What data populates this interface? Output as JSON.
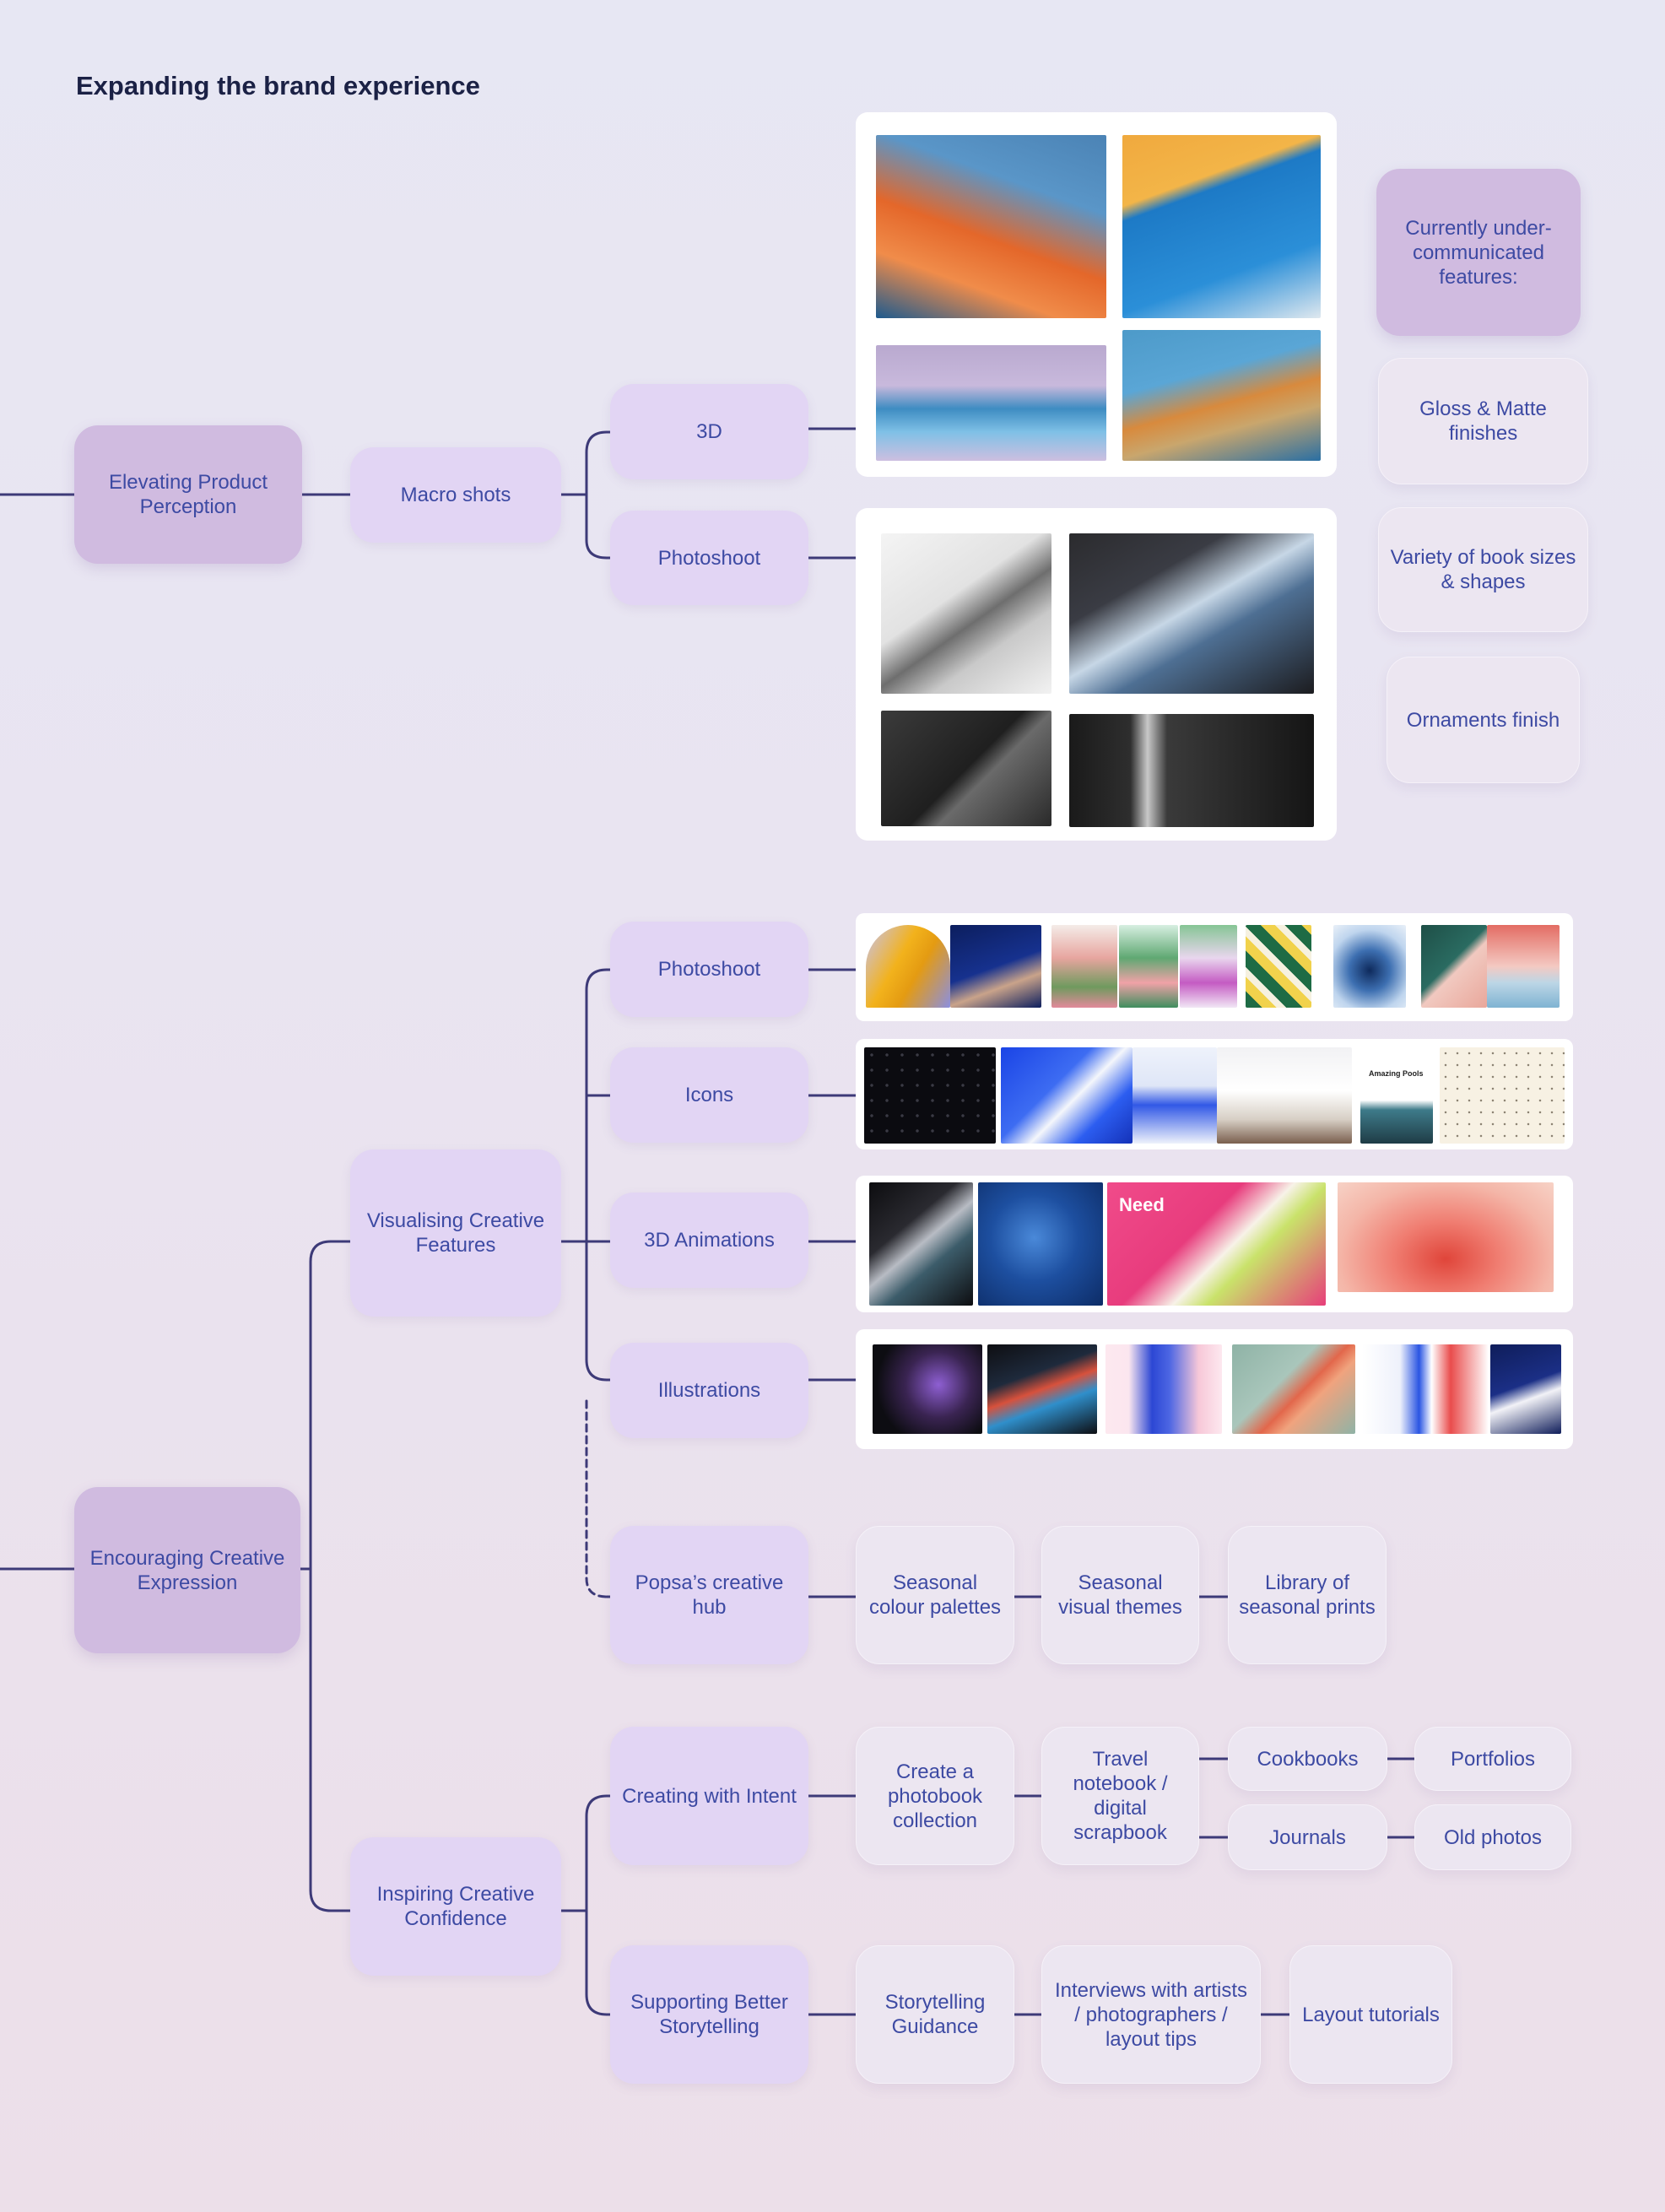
{
  "title": "Expanding the brand experience",
  "section1": {
    "root": "Elevating Product Perception",
    "level2": "Macro shots",
    "branches": [
      "3D",
      "Photoshoot"
    ]
  },
  "features": {
    "heading": "Currently under-communicated features:",
    "items": [
      "Gloss & Matte finishes",
      "Variety of book sizes & shapes",
      "Ornaments finish"
    ]
  },
  "section2": {
    "root": "Encouraging Creative Expression",
    "visualising": {
      "label": "Visualising Creative Features",
      "branches": [
        "Photoshoot",
        "Icons",
        "3D Animations",
        "Illustrations"
      ]
    },
    "hub": {
      "label": "Popsa’s creative hub",
      "items": [
        "Seasonal colour palettes",
        "Seasonal visual themes",
        "Library of seasonal prints"
      ]
    },
    "inspiring": {
      "label": "Inspiring Creative Confidence"
    },
    "intent": {
      "label": "Creating with Intent",
      "photobook": "Create a photobook collection",
      "travel": "Travel notebook / digital scrapbook",
      "cookbooks": "Cookbooks",
      "portfolios": "Portfolios",
      "journals": "Journals",
      "oldphotos": "Old photos"
    },
    "story": {
      "label": "Supporting Better Storytelling",
      "items": [
        "Storytelling Guidance",
        "Interviews with artists / photographers / layout tips",
        "Layout tutorials"
      ]
    }
  },
  "thumbnails": {
    "need_label": "Need",
    "pools_label": "Amazing Pools"
  },
  "colors": {
    "wire": "#3d3a78",
    "text": "#3d4aa3",
    "title": "#1b2145"
  }
}
